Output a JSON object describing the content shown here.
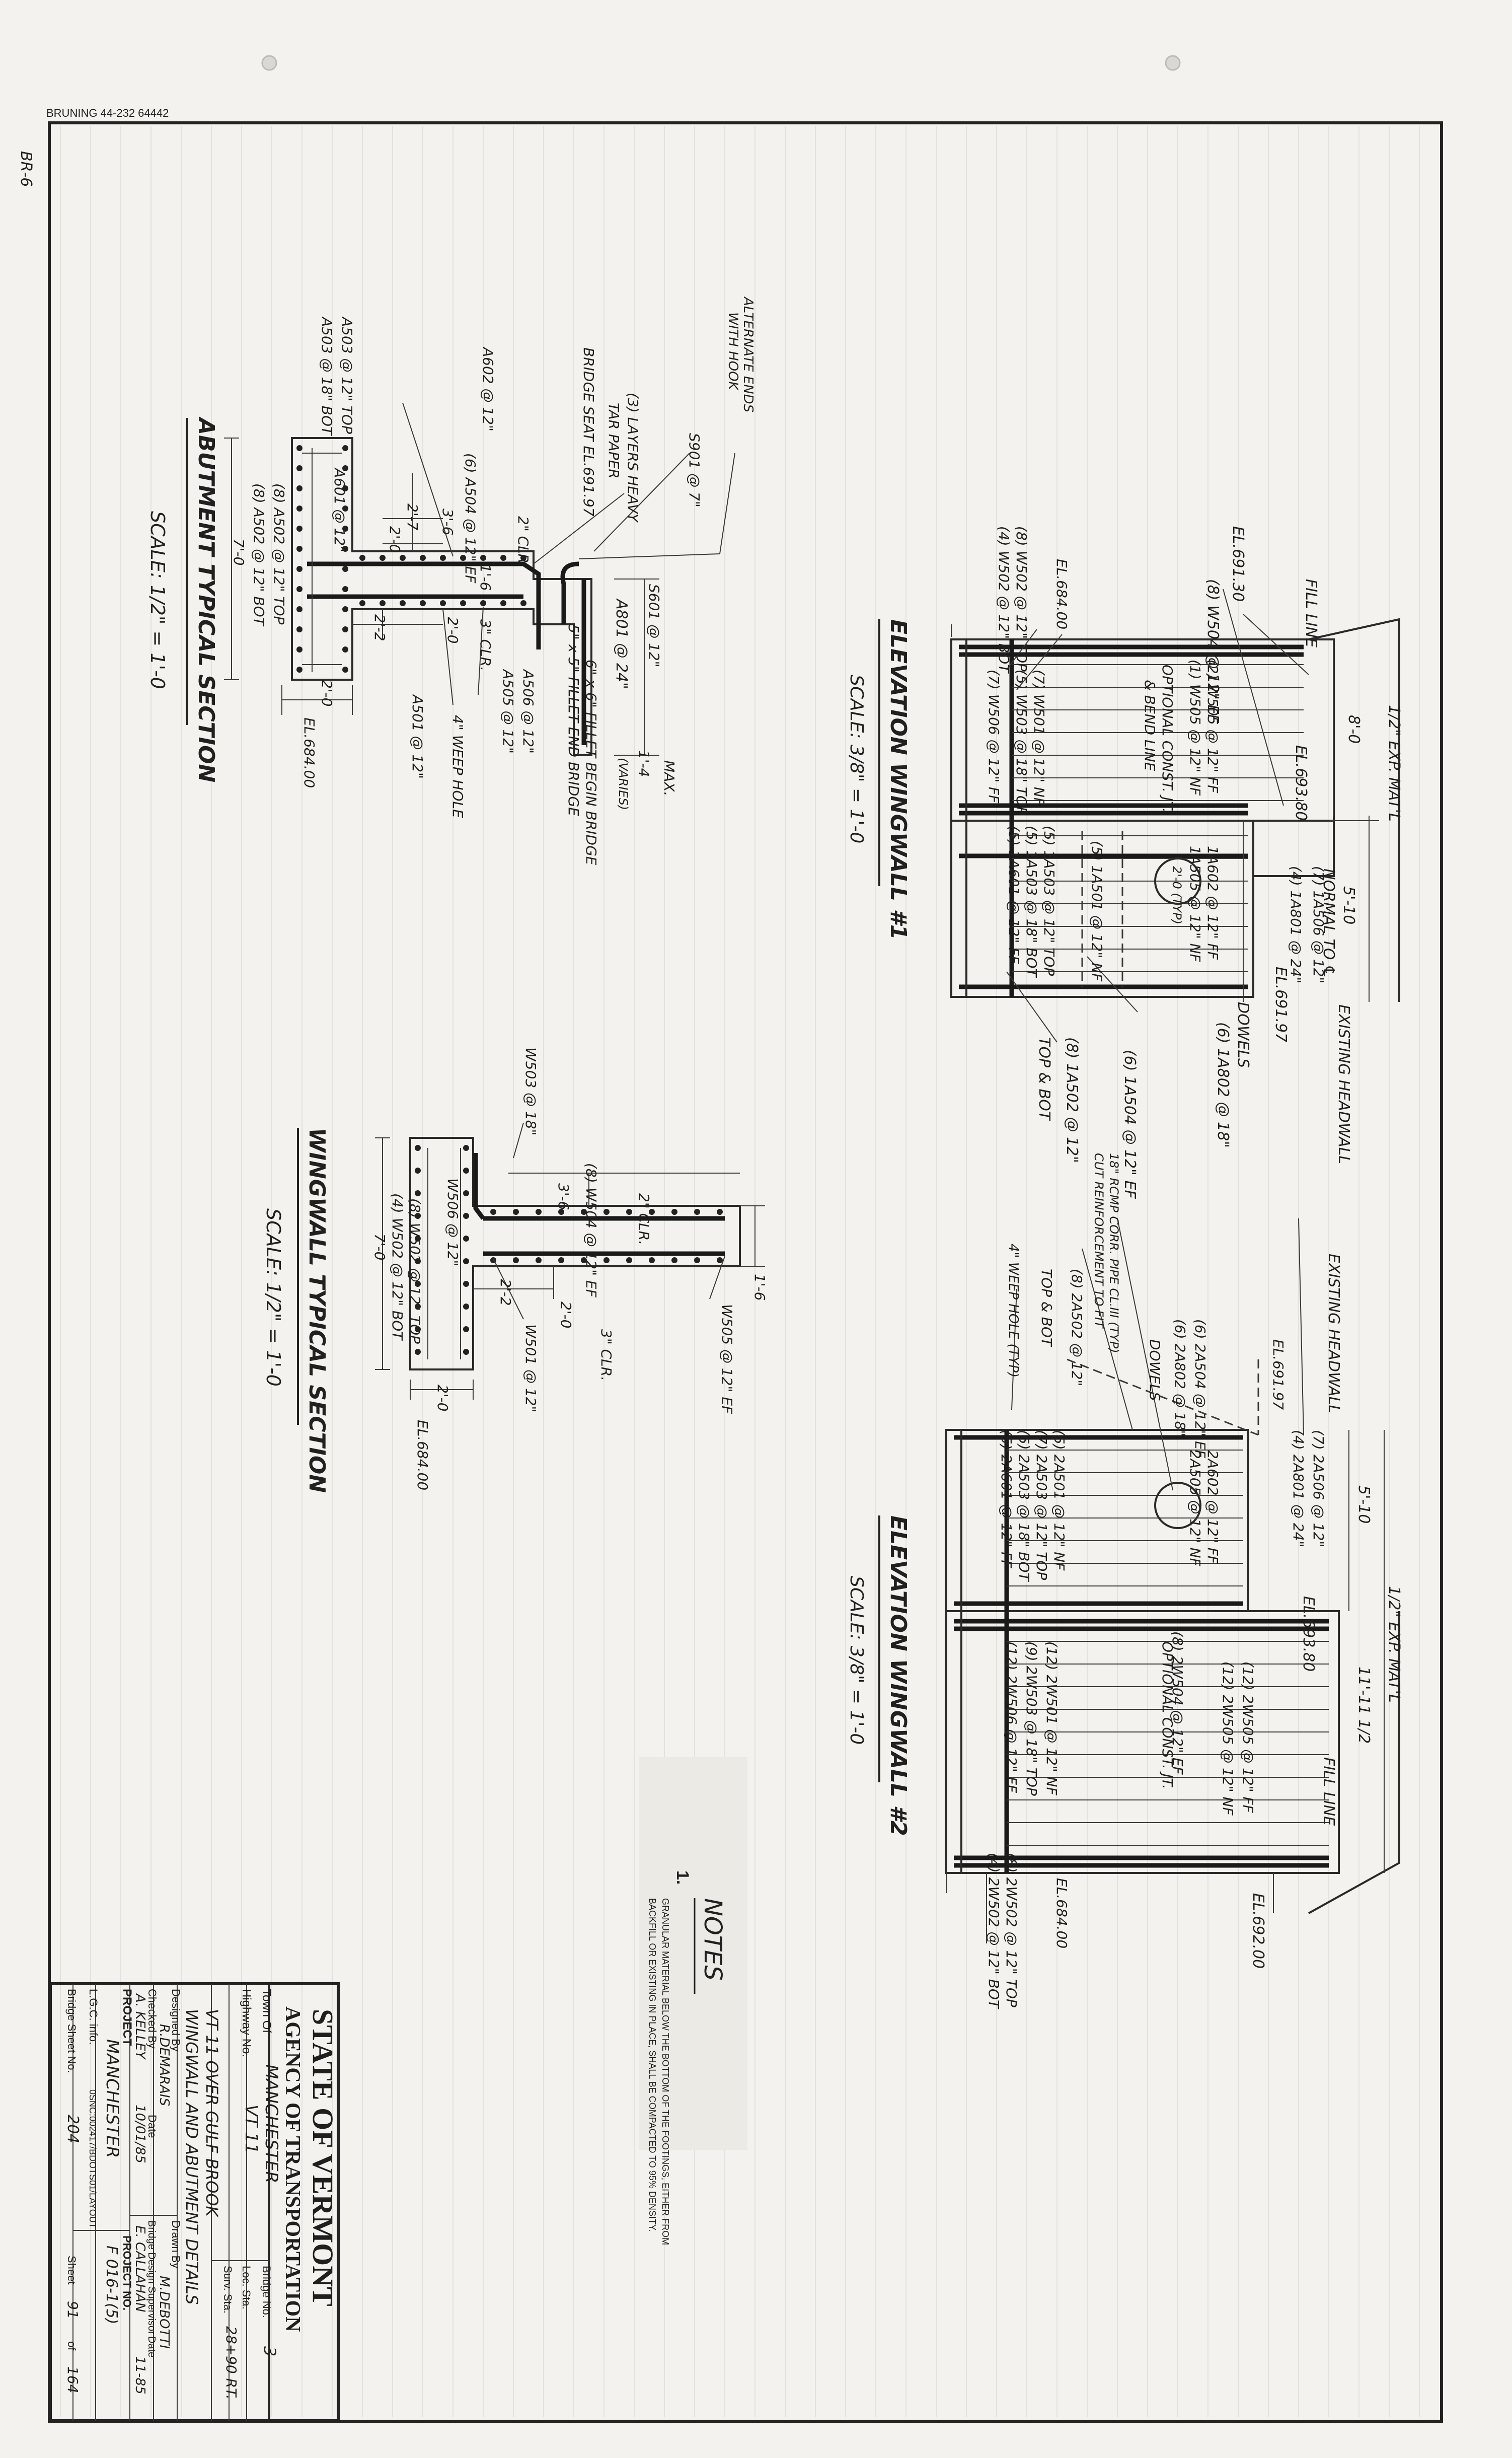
{
  "stamp": {
    "bruning": "BRUNING 44-232 64442",
    "sheet_ref": "BR-6"
  },
  "views": {
    "abutment_section": {
      "title": "ABUTMENT TYPICAL SECTION",
      "scale": "SCALE: 1/2\" = 1'-0",
      "labels": {
        "alt_ends": "ALTERNATE ENDS",
        "with_hook": "WITH HOOK",
        "s901": "S901 @ 7\"",
        "tar1": "(3) LAYERS HEAVY",
        "tar2": "TAR PAPER",
        "seat": "BRIDGE SEAT EL.691.97",
        "a602": "A602 @ 12\"",
        "a503a": "A503 @ 12\" TOP",
        "a503b": "A503 @ 18\" BOT",
        "a504": "(6) A504 @ 12\" EF",
        "a601": "A601 @ 12\"",
        "a502a": "(8) A502 @ 12\" TOP",
        "a502b": "(8) A502 @ 12\" BOT",
        "w7_0": "7'-0",
        "d2_7": "2'-7",
        "d2_0a": "2'-0",
        "d3_6": "3'-6",
        "d2clr": "2\" CLR.",
        "d1_6": "1'-6",
        "d2_2": "2'-2",
        "d2_0b": "2'-0",
        "d3clr": "3\" CLR.",
        "a801": "A801 @ 24\"",
        "s601": "S601 @ 12\"",
        "fillet1": "6\" x 6\" FILLET BEGIN BRIDGE",
        "fillet2": "5\" x 5\" FILLET END BRIDGE",
        "d1_4": "1'-4",
        "max": "MAX.",
        "varies": "(VARIES)",
        "a506": "A506 @ 12\"",
        "a505": "A505 @ 12\"",
        "a501": "A501 @ 12\"",
        "weep": "4\" WEEP HOLE",
        "d2_0c": "2'-0",
        "el684": "EL.684.00"
      }
    },
    "wingwall_section": {
      "title": "WINGWALL TYPICAL SECTION",
      "scale": "SCALE: 1/2\" = 1'-0",
      "labels": {
        "w503": "W503 @ 18\"",
        "w504": "(8) W504 @ 12\" EF",
        "d3_6": "3'-6",
        "d2clr": "2\" CLR.",
        "w506": "W506 @ 12\"",
        "w502a": "(8) W502 @ 12\" TOP",
        "w502b": "(4) W502 @ 12\" BOT",
        "w7_0": "7'-0",
        "d2_2": "2'-2",
        "d2_0a": "2'-0",
        "d3clr": "3\" CLR.",
        "d1_6": "1'-6",
        "w505": "W505 @ 12\" EF",
        "w501": "W501 @ 12\"",
        "d2_0b": "2'-0",
        "el684": "EL.684.00"
      }
    },
    "elevation_1": {
      "title": "ELEVATION WINGWALL #1",
      "scale": "SCALE: 3/8\" = 1'-0",
      "labels": {
        "el69130": "EL.691.30",
        "fill_line": "FILL LINE",
        "expmat": "1/2\" EXP. MAT'L",
        "d8_0": "8'-0",
        "d5_10": "5'-10",
        "normal": "NORMAL TO ℄",
        "el69380": "EL.693.80",
        "n504": "(8) W504 @ 12\" EF",
        "w502a": "(8) W502 @ 12\" TOP",
        "w502b": "(4) W502 @ 12\" BOT",
        "el684": "EL.684.00",
        "w505": "(2) W505 @ 12\" FF",
        "w505n": "(1) W505 @ 12\" NF",
        "w501": "(7) W501 @ 12\" NF",
        "w503": "(5) W503 @ 18\" TOP",
        "w506": "(7) W506 @ 12\" FF",
        "opt1": "OPTIONAL CONST. JT.",
        "opt2": "& BEND LINE",
        "a506": "(7) 1A506 @ 12\"",
        "a801": "(4) 1A801 @ 24\"",
        "a602": "1A602 @ 12\" FF",
        "a505": "1A505 @ 12\" NF",
        "a501": "(5) 1A501 @ 12\" NF",
        "a503a": "(5) 1A503 @ 12\" TOP",
        "a503b": "(5) 1A503 @ 18\" BOT",
        "a601": "(5) 1A601 @ 12\" FF",
        "typ": "2'-0 (TYP)",
        "dowels": "DOWELS",
        "a802": "(6) 1A802 @ 18\"",
        "a504": "(6) 1A504 @ 12\" EF",
        "el69197": "EL.691.97",
        "headwall": "EXISTING HEADWALL",
        "a502": "(8) 1A502 @ 12\"",
        "topbot": "TOP & BOT"
      }
    },
    "elevation_2": {
      "title": "ELEVATION WINGWALL #2",
      "scale": "SCALE: 3/8\" = 1'-0",
      "labels": {
        "pipe1": "18\" RCMP CORR. PIPE CL.III (TYP)",
        "pipe2": "CUT REINFORCEMENT TO FIT",
        "headwall": "EXISTING HEADWALL",
        "a504": "(6) 2A504 @ 12\" EF",
        "a802": "(6) 2A802 @ 18\"",
        "dowels": "DOWELS",
        "el69197": "EL.691.97",
        "a502": "(8) 2A502 @ 12\"",
        "topbot": "TOP & BOT",
        "weep": "4\" WEEP HOLE (TYP)",
        "a501": "(5) 2A501 @ 12\" NF",
        "a503a": "(7) 2A503 @ 12\" TOP",
        "a503b": "(5) 2A503 @ 18\" BOT",
        "a601": "(5) 2A601 @ 12\" FF",
        "a506": "(7) 2A506 @ 12\"",
        "a801": "(4) 2A801 @ 24\"",
        "a602": "2A602 @ 12\" FF",
        "a505": "2A505 @ 12\" NF",
        "d5_10": "5'-10",
        "expmat": "1/2\" EXP. MAT'L",
        "el69380": "EL.693.80",
        "d11": "11'-11 1/2",
        "n504": "(8) 2W504 @ 12\" EF",
        "w505": "(12) 2W505 @ 12\" FF",
        "w505n": "(12) 2W505 @ 12\" NF",
        "opt": "OPTIONAL CONST. JT.",
        "w501": "(12) 2W501 @ 12\" NF",
        "w503": "(9) 2W503 @ 18\" TOP",
        "w506": "(12) 2W506 @ 12\" FF",
        "fill_line": "FILL LINE",
        "el69200": "EL.692.00",
        "el684": "EL.684.00",
        "w502a": "(8) 2W502 @ 12\" TOP",
        "w502b": "(4) 2W502 @ 12\" BOT"
      }
    }
  },
  "notes": {
    "heading": "NOTES",
    "item_no": "1.",
    "item_1a": "GRANULAR MATERIAL BELOW THE BOTTOM OF THE FOOTINGS, EITHER FROM",
    "item_1b": "BACKFILL OR EXISTING IN PLACE, SHALL BE COMPACTED TO 95% DENSITY."
  },
  "title_block": {
    "state": "STATE OF VERMONT",
    "agency": "AGENCY OF TRANSPORTATION",
    "town_label": "Town Of",
    "town": "MANCHESTER",
    "bridge_no_label": "Bridge No.",
    "bridge_no": "3",
    "highway_label": "Highway No.",
    "highway": "VT 11",
    "loc_sta_label": "Loc. Sta.",
    "surv_sta_label": "Surv. Sta.",
    "surv_sta": "28+90 RT.",
    "desc1": "VT 11 OVER GULF BROOK",
    "desc2": "WINGWALL AND ABUTMENT DETAILS",
    "designed_label": "Designed By",
    "designed": "R.DEMARAIS",
    "drawn_label": "Drawn By",
    "drawn": "M.DEBOTTI",
    "checked_label": "Checked By",
    "date_label": "Date",
    "supervisor_label": "Bridge Design Supervisor",
    "checked": "A. KELLEY",
    "date": "10/01/85",
    "supervisor": "E. CALLAHAN",
    "date2_label": "Date",
    "date2": "11-85",
    "project_label": "PROJECT",
    "project": "MANCHESTER",
    "project_no_label": "PROJECT NO.",
    "project_no": "F 016-1(5)",
    "lgc_label": "L.G.C. info.",
    "lgc": "0SNC:002417/BDOTS01/LAYOUT",
    "bridge_sheet_label": "Bridge Sheet No.",
    "bridge_sheet": "204",
    "sheet_label": "Sheet",
    "sheet": "91",
    "of_label": "of",
    "of": "164"
  }
}
